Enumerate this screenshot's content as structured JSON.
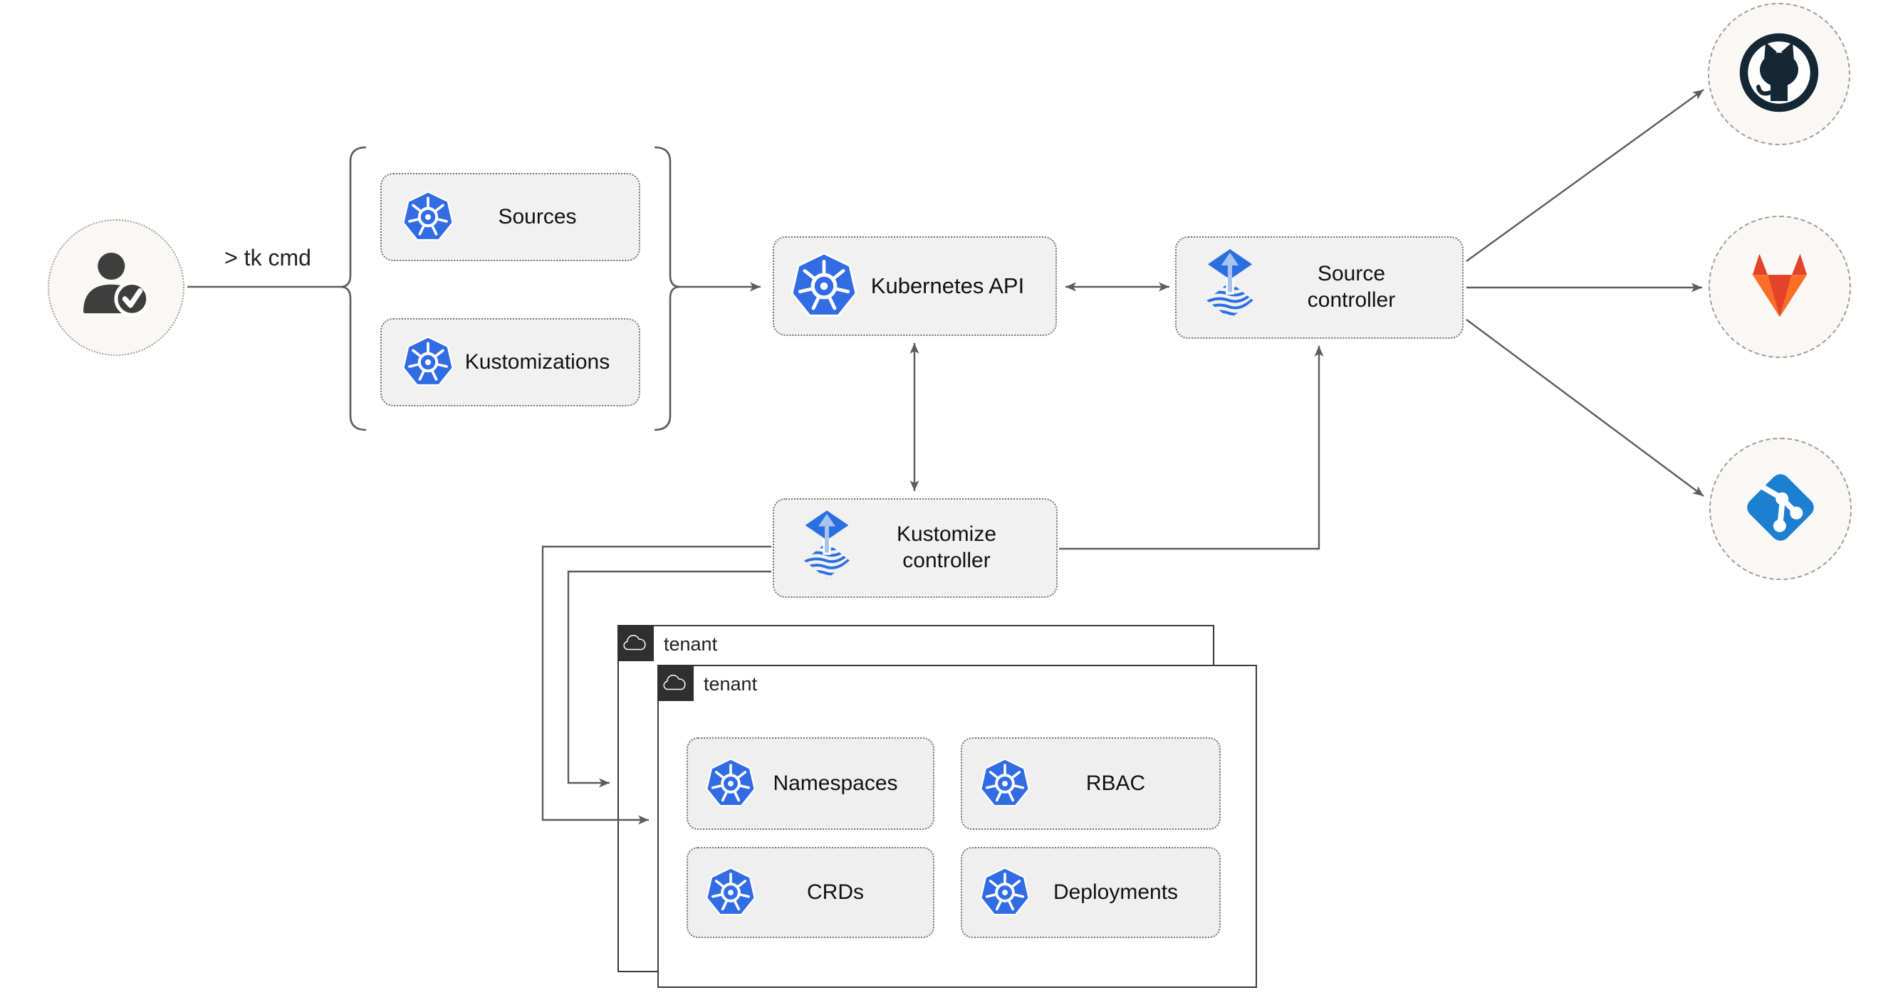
{
  "user": {
    "icon": "user-check-icon",
    "command": "> tk cmd"
  },
  "group": {
    "items": [
      {
        "icon": "kubernetes-icon",
        "label": "Sources"
      },
      {
        "icon": "kubernetes-icon",
        "label": "Kustomizations"
      }
    ]
  },
  "kubernetes_api": {
    "icon": "kubernetes-icon",
    "label": "Kubernetes API"
  },
  "source_controller": {
    "icon": "flux-icon",
    "line1": "Source",
    "line2": "controller"
  },
  "kustomize_controller": {
    "icon": "flux-icon",
    "line1": "Kustomize",
    "line2": "controller"
  },
  "tenants": {
    "back": {
      "icon": "cloud-icon",
      "label": "tenant"
    },
    "front": {
      "icon": "cloud-icon",
      "label": "tenant",
      "resources": [
        {
          "icon": "kubernetes-icon",
          "label": "Namespaces"
        },
        {
          "icon": "kubernetes-icon",
          "label": "RBAC"
        },
        {
          "icon": "kubernetes-icon",
          "label": "CRDs"
        },
        {
          "icon": "kubernetes-icon",
          "label": "Deployments"
        }
      ]
    }
  },
  "git_providers": [
    {
      "icon": "github-icon"
    },
    {
      "icon": "gitlab-icon"
    },
    {
      "icon": "git-icon"
    }
  ],
  "edges": [
    {
      "from": "user",
      "to": "crd-group",
      "label": "> tk cmd",
      "arrows": "none"
    },
    {
      "from": "crd-group",
      "to": "kubernetes-api",
      "arrows": "end"
    },
    {
      "from": "kubernetes-api",
      "to": "source-controller",
      "arrows": "both"
    },
    {
      "from": "kubernetes-api",
      "to": "kustomize-controller",
      "arrows": "both"
    },
    {
      "from": "kustomize-controller",
      "to": "source-controller",
      "arrows": "end"
    },
    {
      "from": "kustomize-controller",
      "to": "tenant-front",
      "arrows": "end"
    },
    {
      "from": "kustomize-controller",
      "to": "tenant-back",
      "arrows": "end"
    },
    {
      "from": "source-controller",
      "to": "github",
      "arrows": "end"
    },
    {
      "from": "source-controller",
      "to": "gitlab",
      "arrows": "end"
    },
    {
      "from": "source-controller",
      "to": "git",
      "arrows": "end"
    }
  ],
  "colors": {
    "kubernetes_blue": "#326ce5",
    "flux_blue": "#2a6fe0",
    "flux_light_blue": "#aac2ee",
    "github_dark": "#152635",
    "gitlab_red": "#e24329",
    "gitlab_orange": "#fc6d26",
    "git_blue": "#1b7fd2",
    "line_gray": "#5c5c5c",
    "node_fill": "#f1f1f1",
    "tenant_header_dark": "#2f2f31",
    "circle_fill": "#faf8f4"
  }
}
